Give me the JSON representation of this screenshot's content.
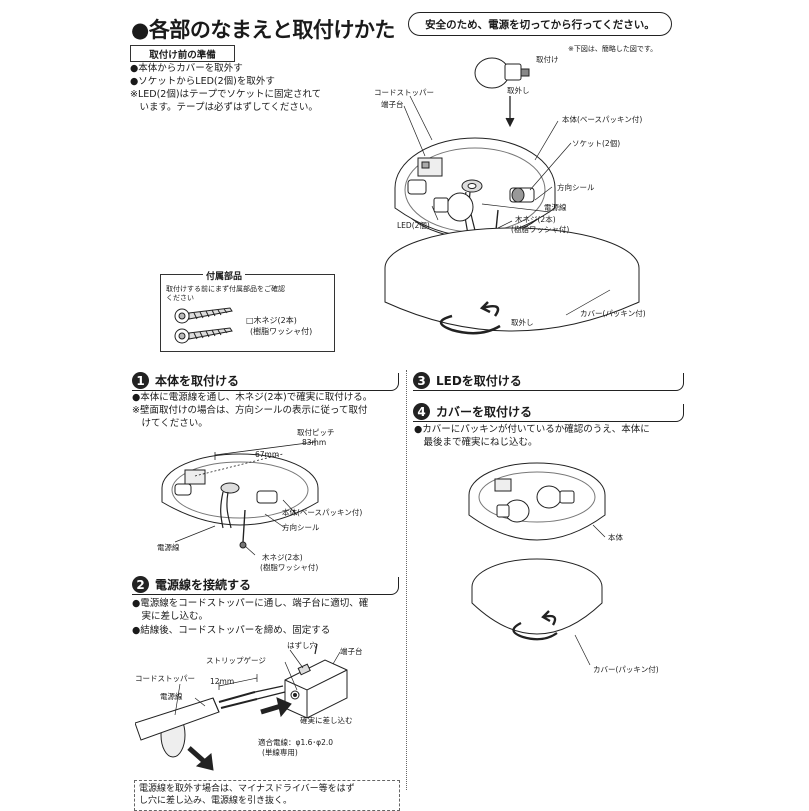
{
  "header": {
    "title": "●各部のなまえと取付けかた",
    "safety": "安全のため、電源を切ってから行ってください。",
    "note_simplified": "※下図は、簡略した図です。"
  },
  "prep": {
    "heading": "取付け前の準備",
    "lines": [
      "●本体からカバーを取外す",
      "●ソケットからLED(2個)を取外す",
      "※LED(2個)はテープでソケットに固定されて",
      "　います。テープは必ずはずしてください。"
    ]
  },
  "accessories": {
    "heading": "付属部品",
    "note1": "取付けする前にまず付属部品をご確認",
    "note2": "ください",
    "item1": "□木ネジ(2本)",
    "item2": "(樹脂ワッシャ付)"
  },
  "top_diagram": {
    "attach": "取付け",
    "remove": "取外し",
    "cord_stopper": "コードストッパー",
    "terminal": "端子台",
    "body": "本体(ベースパッキン付)",
    "socket": "ソケット(2個)",
    "direction_seal": "方向シール",
    "power_line": "電源線",
    "led": "LED(2個)",
    "screw1": "木ネジ(2本)",
    "screw2": "(樹脂ワッシャ付)",
    "cover": "カバー(パッキン付)",
    "cover_remove": "取外し"
  },
  "step1": {
    "num": "1",
    "title": "本体を取付ける",
    "lines": [
      "●本体に電源線を通し、木ネジ(2本)で確実に取付ける。",
      "※壁面取付けの場合は、方向シールの表示に従って取付",
      "　けてください。"
    ],
    "pitch": "取付ピッチ",
    "pitch_83": "83mm",
    "dim_67": "67mm",
    "body": "本体(ベースパッキン付)",
    "direction_seal": "方向シール",
    "power_line": "電源線",
    "screw1": "木ネジ(2本)",
    "screw2": "(樹脂ワッシャ付)"
  },
  "step2": {
    "num": "2",
    "title": "電源線を接続する",
    "lines": [
      "●電源線をコードストッパーに通し、端子台に適切、確",
      "　実に差し込む。",
      "●結線後、コードストッパーを締め、固定する"
    ],
    "release_hole": "はずし穴",
    "strip_gauge": "ストリップゲージ",
    "terminal": "端子台",
    "cord_stopper": "コードストッパー",
    "len_12": "12mm",
    "power_line": "電源線",
    "insert": "確実に差し込む",
    "wire1": "適合電線：φ1.6･φ2.0",
    "wire2": "(単線専用)"
  },
  "step3": {
    "num": "3",
    "title": "LEDを取付ける"
  },
  "step4": {
    "num": "4",
    "title": "カバーを取付ける",
    "lines": [
      "●カバーにパッキンが付いているか確認のうえ、本体に",
      "　最後まで確実にねじ込む。"
    ],
    "body": "本体",
    "cover": "カバー(パッキン付)"
  },
  "bottom_note": {
    "line1": "電源線を取外す場合は、マイナスドライバー等をはず",
    "line2": "し穴に差し込み、電源線を引き抜く。"
  }
}
